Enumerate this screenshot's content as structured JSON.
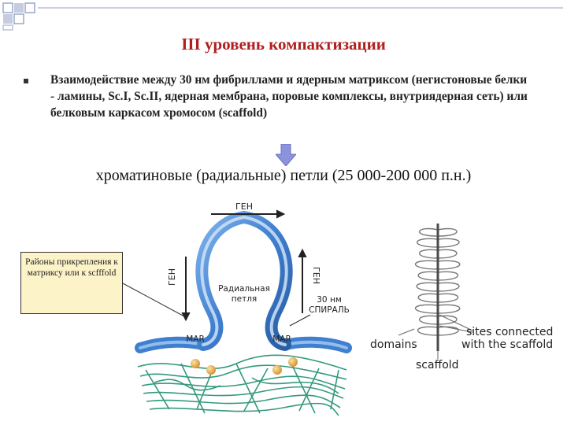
{
  "slide": {
    "title": "III уровень компактизации",
    "bullet_text": "Взаимодействие между 30 нм фибриллами и ядерным матриксом (негистоновые белки - ламины, Sc.I, Sc.II, ядерная мембрана, поровые комплексы, внутриядерная сеть) или белковым каркасом хромосом (scaffold)",
    "loops_text": "хроматиновые (радиальные) петли (25 000-200 000 п.н.)",
    "callout_text": "Районы прикрепления к матриксу или к scfffold"
  },
  "loop_diagram": {
    "gene_top": "ГЕН",
    "gene_left": "ГЕН",
    "gene_right": "ГЕН",
    "loop_label_line1": "Радиальная",
    "loop_label_line2": "петля",
    "fiber_label_line1": "30 нм",
    "fiber_label_line2": "СПИРАЛЬ",
    "mar_left": "MAR",
    "mar_right": "MAR"
  },
  "scaffold_diagram": {
    "domains_label": "domains",
    "sites_label_line1": "sites connected",
    "sites_label_line2": "with the scaffold",
    "scaffold_label": "scaffold"
  },
  "colors": {
    "title": "#b01f1f",
    "fiber_blue": "#3f7fd0",
    "fiber_light": "#a9cdf2",
    "matrix_green": "#1f8e70",
    "mar_bead": "#e3a441",
    "arrow_fill": "#8b93dc",
    "callout_bg": "#fdf3c8"
  }
}
